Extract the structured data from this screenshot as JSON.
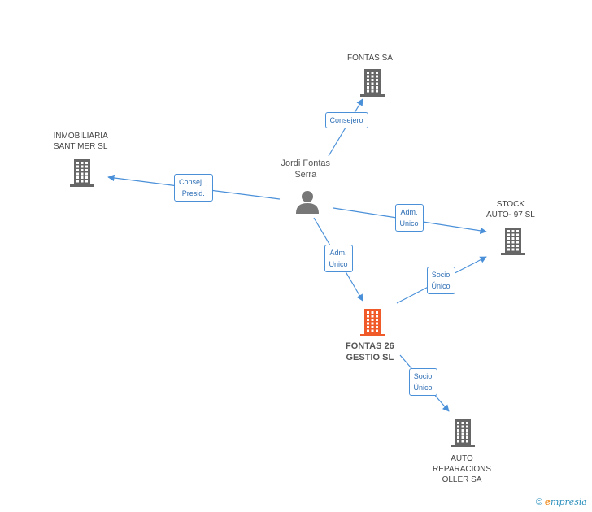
{
  "colors": {
    "edge": "#4a90d9",
    "building": "#666666",
    "focus": "#f05a28",
    "person": "#777777"
  },
  "nodes": [
    {
      "id": "person",
      "type": "person",
      "label": "Jordi Fontas\nSerra",
      "icon": "person-icon"
    },
    {
      "id": "fontas_sa",
      "type": "company",
      "label": "FONTAS SA",
      "icon": "building-icon"
    },
    {
      "id": "inmobiliaria",
      "type": "company",
      "label": "INMOBILIARIA\nSANT MER SL",
      "icon": "building-icon"
    },
    {
      "id": "stock_auto",
      "type": "company",
      "label": "STOCK\nAUTO- 97 SL",
      "icon": "building-icon"
    },
    {
      "id": "fontas26",
      "type": "focus",
      "label": "FONTAS 26\nGESTIO SL",
      "icon": "building-icon"
    },
    {
      "id": "auto_rep",
      "type": "company",
      "label": "AUTO\nREPARACIONS\nOLLER SA",
      "icon": "building-icon"
    }
  ],
  "edges": [
    {
      "from": "person",
      "to": "fontas_sa",
      "label": "Consejero"
    },
    {
      "from": "person",
      "to": "inmobiliaria",
      "label": "Consej. ,\nPresid."
    },
    {
      "from": "person",
      "to": "stock_auto",
      "label": "Adm.\nUnico"
    },
    {
      "from": "person",
      "to": "fontas26",
      "label": "Adm.\nUnico"
    },
    {
      "from": "fontas26",
      "to": "stock_auto",
      "label": "Socio\nÚnico"
    },
    {
      "from": "fontas26",
      "to": "auto_rep",
      "label": "Socio\nÚnico"
    }
  ],
  "footer": {
    "copyright_symbol": "©",
    "brand_initial": "e",
    "brand_rest": "mpresia"
  }
}
